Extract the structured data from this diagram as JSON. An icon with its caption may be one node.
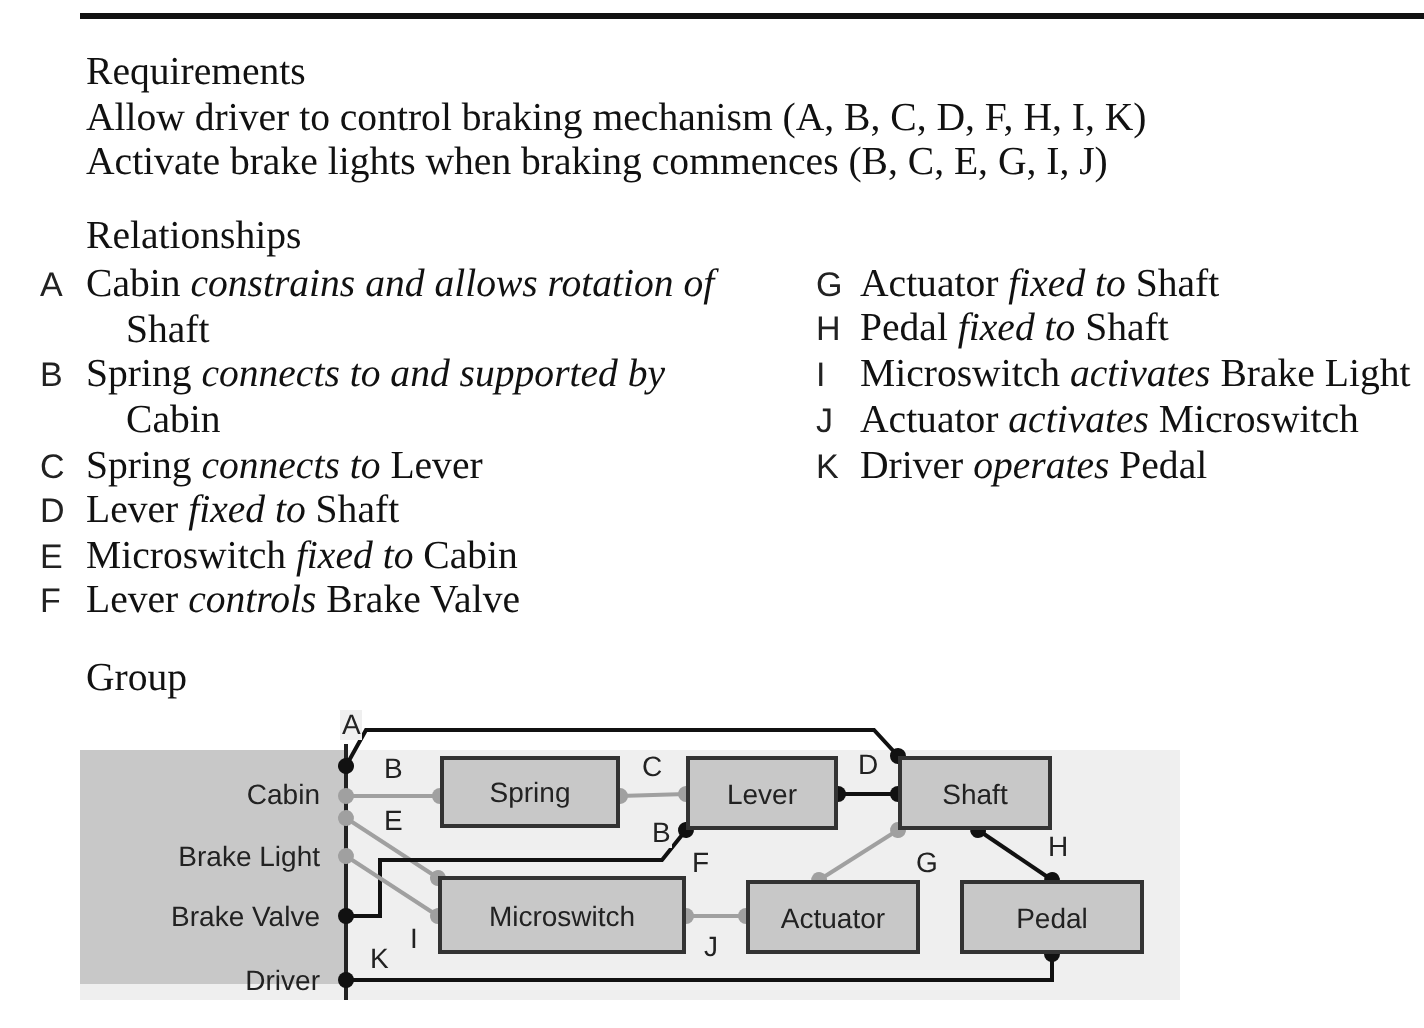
{
  "diagram": {
    "nodes": [
      {
        "text": [
          "Cabin"
        ]
      },
      {
        "text": [
          "Brake Light"
        ]
      },
      {
        "text": [
          "Brake Valve"
        ]
      },
      {
        "text": [
          "Driver"
        ]
      },
      {
        "text": [
          "Spring"
        ]
      },
      {
        "text": [
          "Lever"
        ]
      },
      {
        "text": [
          "Shaft"
        ]
      },
      {
        "text": [
          "Microswitch"
        ]
      },
      {
        "text": [
          "Actuator"
        ]
      },
      {
        "text": [
          "Pedal"
        ]
      }
    ],
    "edges": [
      {
        "from": 0,
        "to": 6,
        "arrow": "other",
        "label": "A",
        "color": "#111111"
      },
      {
        "from": 0,
        "to": 4,
        "arrow": "other",
        "label": "B"
      },
      {
        "from": 4,
        "to": 5,
        "arrow": "other",
        "label": "C"
      },
      {
        "from": 5,
        "to": 6,
        "arrow": "other",
        "label": "D",
        "color": "#111111"
      },
      {
        "from": 0,
        "to": 7,
        "arrow": "other",
        "label": "E"
      },
      {
        "from": 2,
        "to": 5,
        "arrow": "other",
        "label": "F",
        "color": "#111111"
      },
      {
        "from": 8,
        "to": 6,
        "arrow": "other",
        "label": "G"
      },
      {
        "from": 6,
        "to": 9,
        "arrow": "other",
        "label": "H",
        "color": "#111111"
      },
      {
        "from": 1,
        "to": 7,
        "arrow": "other",
        "label": "I"
      },
      {
        "from": 7,
        "to": 8,
        "arrow": "other",
        "label": "J"
      },
      {
        "from": 3,
        "to": 9,
        "arrow": "other",
        "label": "K",
        "color": "#111111"
      }
    ],
    "labels": [
      "Requirements",
      "Allow driver to control braking mechanism (A, B, C, D, F, H, I, K)",
      "Activate brake lights when braking commences (B, C, E, G, I, J)",
      "Relationships",
      "A",
      "Cabin *constrains and allows rotation of* Shaft",
      "B",
      "Spring *connects to and supported by* Cabin",
      "C",
      "Spring *connects to* Lever",
      "D",
      "Lever *fixed to* Shaft",
      "E",
      "Microswitch *fixed to* Cabin",
      "F",
      "Lever *controls* Brake Valve",
      "G",
      "Actuator *fixed to* Shaft",
      "H",
      "Pedal *fixed to* Shaft",
      "I",
      "Microswitch *activates* Brake Light",
      "J",
      "Actuator *activates* Microswitch",
      "K",
      "Driver *operates* Pedal",
      "Group",
      "B"
    ]
  }
}
